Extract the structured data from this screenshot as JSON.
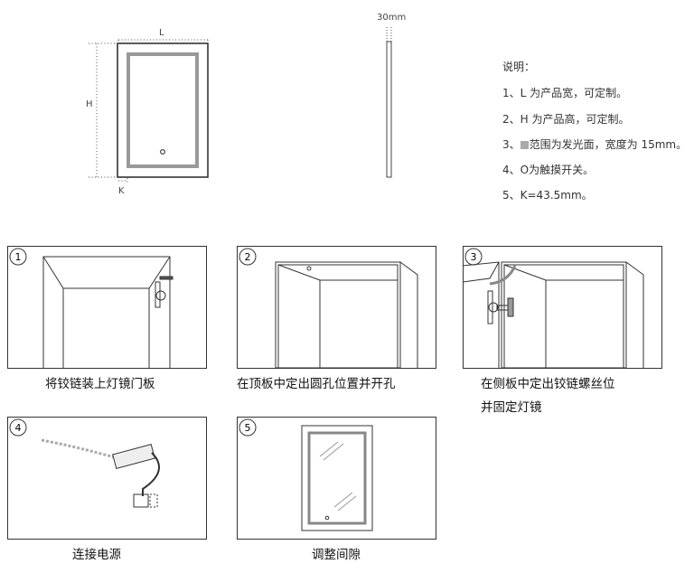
{
  "dimensions": {
    "L": "L",
    "H": "H",
    "K": "K",
    "depth": "30mm"
  },
  "notes": {
    "title": "说明：",
    "items": [
      "1、L 为产品宽，可定制。",
      "2、H 为产品高，可定制。",
      "3、",
      "4、",
      "5、K=43.5mm。"
    ],
    "item3_rest": "范围为发光面，宽度为 15mm。",
    "item4_symbol": "O",
    "item4_rest": "为触摸开关。"
  },
  "steps": [
    {
      "number": "1",
      "caption": "将铰链装上灯镜门板"
    },
    {
      "number": "2",
      "caption": "在顶板中定出圆孔位置并开孔"
    },
    {
      "number": "3",
      "caption": "在侧板中定出铰链螺丝位",
      "caption2": "并固定灯镜"
    },
    {
      "number": "4",
      "caption": "连接电源"
    },
    {
      "number": "5",
      "caption": "调整间隙"
    }
  ]
}
